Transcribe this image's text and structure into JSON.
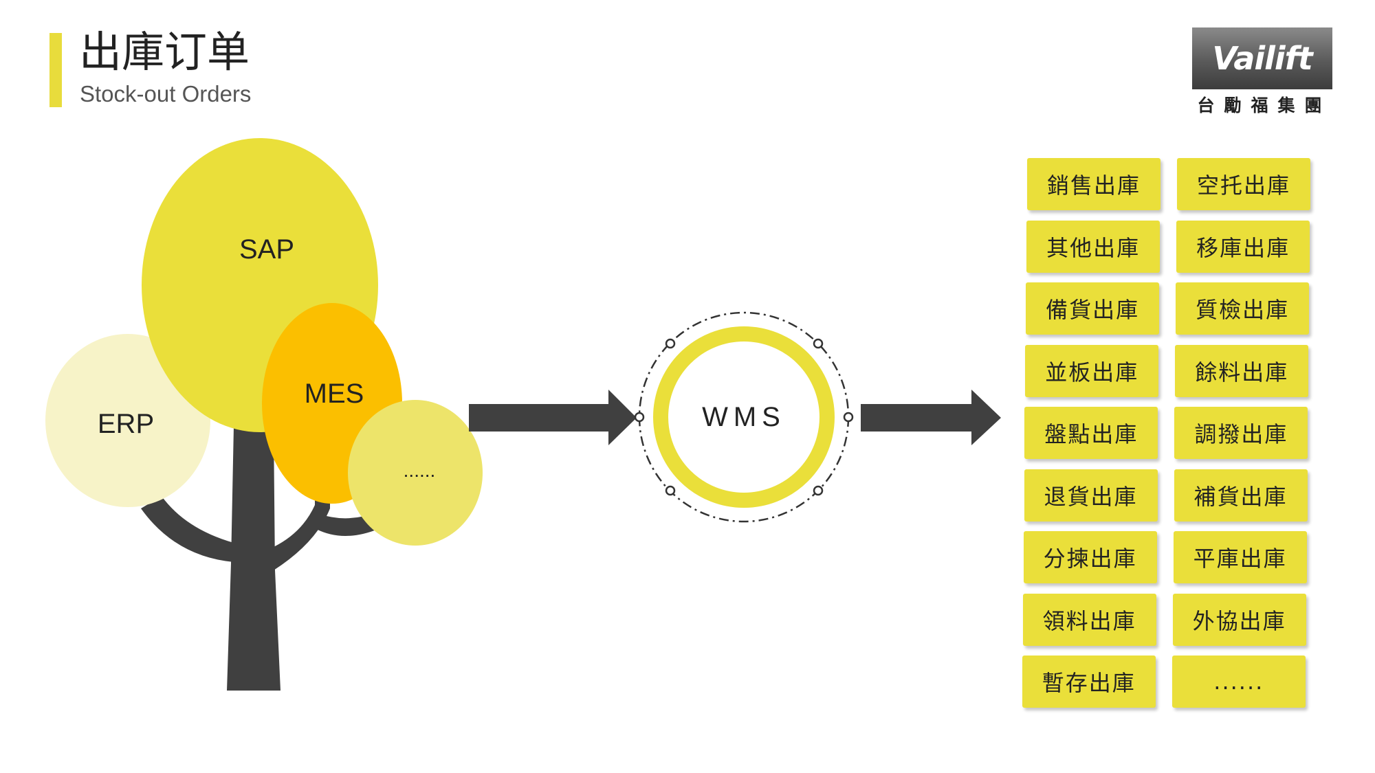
{
  "header": {
    "title": "出庫订单",
    "subtitle": "Stock-out Orders"
  },
  "logo": {
    "wordmark": "Vailift",
    "chinese": "台勵福集團"
  },
  "colors": {
    "accent_yellow": "#eadf3a",
    "amber": "#fbbf00",
    "pale_yellow": "#f7f3c8",
    "light_yellow": "#ede46a",
    "dark_gray": "#404040"
  },
  "tree": {
    "sap": "SAP",
    "mes": "MES",
    "erp": "ERP",
    "more": "......"
  },
  "hub": {
    "label": "WMS"
  },
  "orders": [
    "銷售出庫",
    "空托出庫",
    "其他出庫",
    "移庫出庫",
    "備貨出庫",
    "質檢出庫",
    "並板出庫",
    "餘料出庫",
    "盤點出庫",
    "調撥出庫",
    "退貨出庫",
    "補貨出庫",
    "分揀出庫",
    "平庫出庫",
    "領料出庫",
    "外協出庫",
    "暫存出庫",
    "......"
  ]
}
